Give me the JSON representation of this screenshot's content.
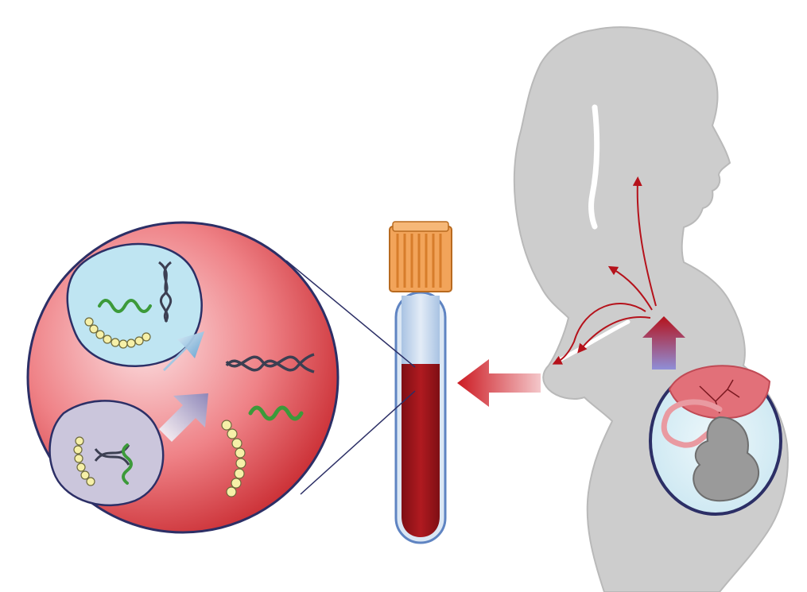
{
  "figure": {
    "components": {
      "magnified_blood_sample": [
        "maternal-cell",
        "placental-cell",
        "cell-free-dna-fragments",
        "cell-free-rna-fragments",
        "protein-bead-chains"
      ],
      "blood_tube": [
        "orange-cap",
        "plasma-layer",
        "red-blood-cell-layer"
      ],
      "mother": [
        "silhouette",
        "circulation-arrows",
        "transfer-arrow-to-tube"
      ],
      "pregnancy": [
        "placenta",
        "umbilical-cord",
        "fetus",
        "amniotic-sac"
      ]
    }
  },
  "colors": {
    "background": "#ffffff",
    "silhouette": "#cdcdcd",
    "silhouette_edge": "#b9b9b9",
    "blood": "#a3161c",
    "blood_dark": "#7e0f14",
    "plasma": "#c9dbef",
    "cap": "#f2a45a",
    "cap_stripe": "#d77d2b",
    "sphere_light": "#fbe0e2",
    "sphere_mid": "#ef8287",
    "sphere_dark": "#c8282e",
    "cell_blue": "#bfe5f2",
    "cell_purple": "#cbc6dc",
    "dna": "#3c3f52",
    "rna": "#3c9a3a",
    "protein_bead": "#f6f0a8",
    "arrow_red": "#b5121b",
    "placenta": "#e27079",
    "fetus": "#9a9a9a",
    "womb": "#d9eef6"
  }
}
